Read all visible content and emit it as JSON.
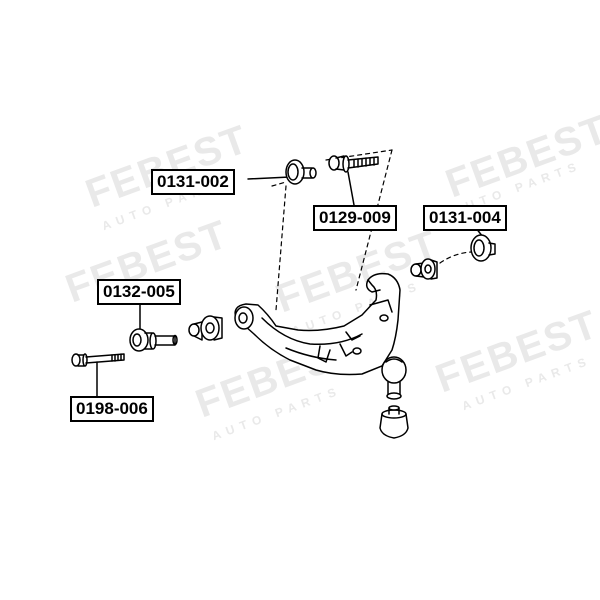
{
  "watermark": {
    "brand": "FEBEST",
    "sub": "AUTO PARTS"
  },
  "part_labels": [
    {
      "id": "p1",
      "text": "0131-002"
    },
    {
      "id": "p2",
      "text": "0129-009"
    },
    {
      "id": "p3",
      "text": "0131-004"
    },
    {
      "id": "p4",
      "text": "0132-005"
    },
    {
      "id": "p5",
      "text": "0198-006"
    }
  ]
}
